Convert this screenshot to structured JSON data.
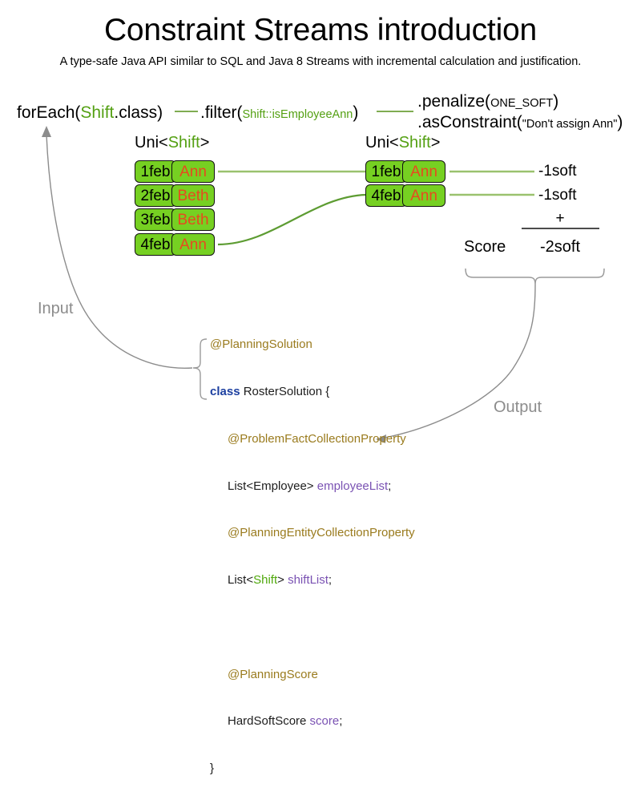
{
  "header": {
    "title": "Constraint Streams introduction",
    "subtitle": "A type-safe Java API similar to SQL and Java 8 Streams with incremental calculation and justification."
  },
  "pipeline": {
    "for_each": {
      "prefix": "forEach(",
      "type": "Shift",
      "suffix": ".class)"
    },
    "filter": {
      "prefix": ".filter(",
      "arg": "Shift::isEmployeeAnn",
      "suffix": ")"
    },
    "penalize": {
      "prefix": ".penalize(",
      "arg": "ONE_SOFT",
      "suffix": ")"
    },
    "as_constraint": {
      "prefix": ".asConstraint(",
      "arg": "\"Don't assign Ann\"",
      "suffix": ")"
    }
  },
  "streams": {
    "left": {
      "label": {
        "prefix": "Uni<",
        "type": "Shift",
        "suffix": ">"
      },
      "cards": [
        {
          "date": "1feb",
          "name": "Ann"
        },
        {
          "date": "2feb",
          "name": "Beth"
        },
        {
          "date": "3feb",
          "name": "Beth"
        },
        {
          "date": "4feb",
          "name": "Ann"
        }
      ]
    },
    "right": {
      "label": {
        "prefix": "Uni<",
        "type": "Shift",
        "suffix": ">"
      },
      "cards": [
        {
          "date": "1feb",
          "name": "Ann"
        },
        {
          "date": "4feb",
          "name": "Ann"
        }
      ],
      "penalties": [
        "-1soft",
        "-1soft"
      ]
    }
  },
  "score": {
    "word": "Score",
    "operator": "+",
    "total": "-2soft"
  },
  "flow_labels": {
    "input": "Input",
    "output": "Output"
  },
  "code": {
    "line1_anno": "@PlanningSolution",
    "line2_kw": "class",
    "line2_rest": " RosterSolution {",
    "line3_anno": "@ProblemFactCollectionProperty",
    "line4_a": "List<Employee> ",
    "line4_field": "employeeList",
    "line4_b": ";",
    "line5_anno": "@PlanningEntityCollectionProperty",
    "line6_a": "List<",
    "line6_type": "Shift",
    "line6_b": "> ",
    "line6_field": "shiftList",
    "line6_c": ";",
    "line8_anno": "@PlanningScore",
    "line9_a": "HardSoftScore ",
    "line9_field": "score",
    "line9_b": ";",
    "line10": "}"
  },
  "colors": {
    "card_fill": "#76d022",
    "card_border": "#111111",
    "name_text": "#e8491f",
    "type_green": "#4fa80b",
    "wire_green_light": "#9ac26e",
    "wire_green_dark": "#5d9c32",
    "gray_arrow": "#8c8c8c",
    "annotation_gold": "#9a7b1e",
    "keyword_blue": "#1c3fa0",
    "field_purple": "#7a52b3"
  }
}
